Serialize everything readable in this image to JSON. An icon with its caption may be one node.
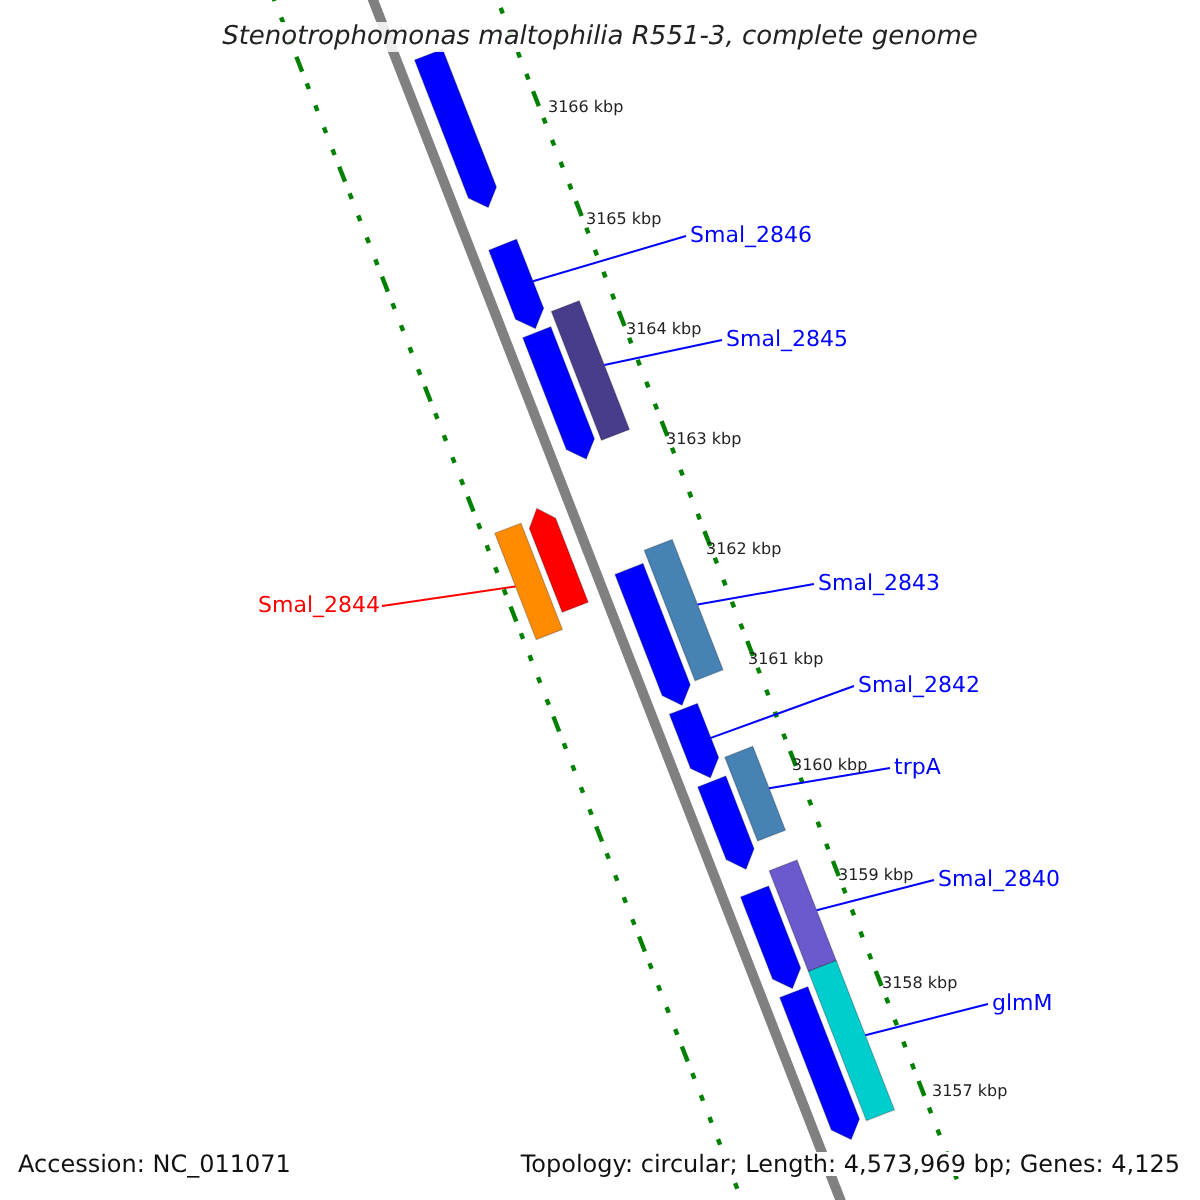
{
  "diagram": {
    "title": "Stenotrophomonas maltophilia R551-3, complete genome",
    "nodes": [
      {
        "text": [],
        "shape": "bar"
      },
      {
        "text": [],
        "shape": "bar"
      },
      {
        "text": [],
        "shape": "bar"
      },
      {
        "text": [],
        "shape": "bar"
      },
      {
        "text": [],
        "shape": "bar"
      },
      {
        "text": [],
        "shape": "bar"
      },
      {
        "text": [],
        "shape": "bar"
      },
      {
        "text": [],
        "shape": "bar"
      },
      {
        "text": [],
        "shape": "bar"
      },
      {
        "text": [],
        "shape": "bar"
      },
      {
        "text": [],
        "shape": "bar"
      },
      {
        "text": [],
        "shape": "bar"
      },
      {
        "text": [],
        "shape": "bar"
      },
      {
        "text": [],
        "shape": "bar"
      },
      {
        "text": [],
        "shape": "bar"
      },
      {
        "text": [
          "Smal_2846"
        ]
      },
      {
        "text": [
          "Smal_2845"
        ]
      },
      {
        "text": [
          "Smal_2844"
        ]
      },
      {
        "text": [
          "Smal_2843"
        ]
      },
      {
        "text": [
          "Smal_2842"
        ]
      },
      {
        "text": [
          "trpA"
        ]
      },
      {
        "text": [
          "Smal_2840"
        ]
      },
      {
        "text": [
          "glmM"
        ]
      }
    ],
    "edges": [
      {
        "from": 15,
        "to": 1,
        "arrow": "none"
      },
      {
        "from": 16,
        "to": 2,
        "arrow": "none"
      },
      {
        "from": 17,
        "to": 5,
        "arrow": "none",
        "color": "#ff0000"
      },
      {
        "from": 18,
        "to": 6,
        "arrow": "none"
      },
      {
        "from": 19,
        "to": 8,
        "arrow": "none"
      },
      {
        "from": 20,
        "to": 9,
        "arrow": "none"
      },
      {
        "from": 21,
        "to": 11,
        "arrow": "none"
      },
      {
        "from": 22,
        "to": 13,
        "arrow": "none"
      }
    ],
    "labels": [
      "3166 kbp",
      "3165 kbp",
      "3164 kbp",
      "3163 kbp",
      "3162 kbp",
      "3161 kbp",
      "3160 kbp",
      "3159 kbp",
      "3158 kbp",
      "3157 kbp",
      "Accession: NC_011071",
      "Topology: circular; Length: 4,573,969 bp; Genes: 4,125"
    ]
  }
}
